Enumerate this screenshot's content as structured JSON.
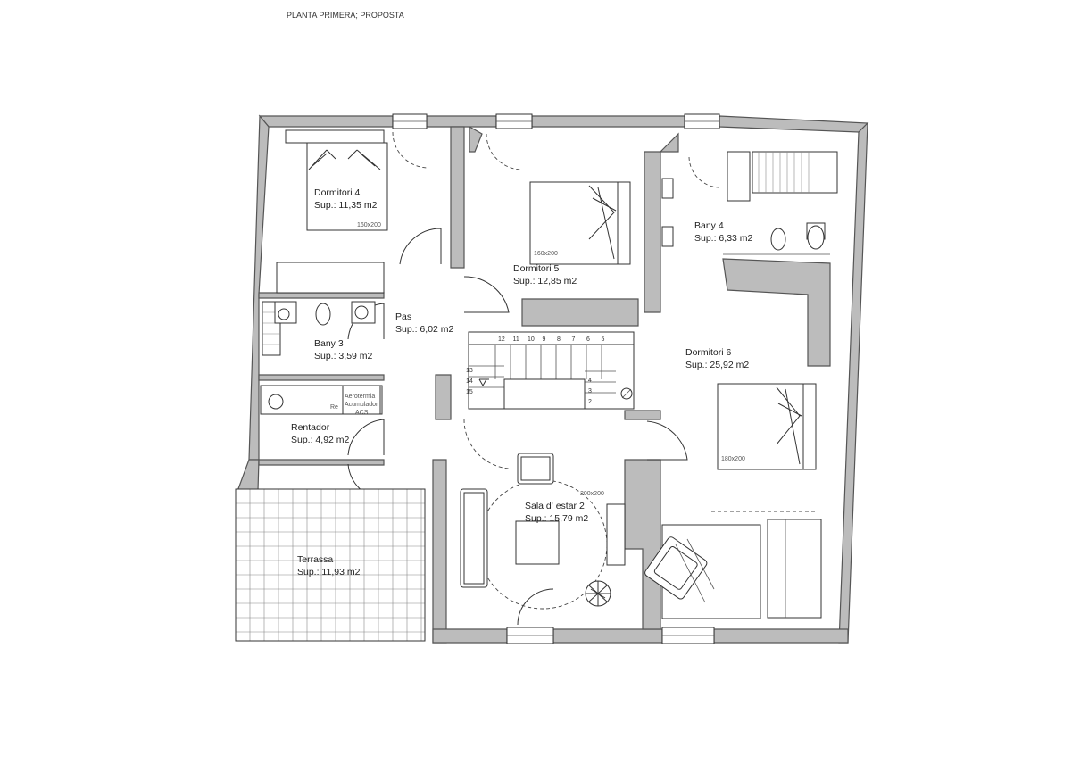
{
  "title": "PLANTA PRIMERA;  PROPOSTA",
  "rooms": [
    {
      "name": "Dormitori 4",
      "area": "Sup.: 11,35 m2",
      "bed": "160x200"
    },
    {
      "name": "Dormitori 5",
      "area": "Sup.: 12,85 m2",
      "bed": "160x200"
    },
    {
      "name": "Bany 4",
      "area": "Sup.: 6,33 m2"
    },
    {
      "name": "Pas",
      "area": "Sup.: 6,02 m2"
    },
    {
      "name": "Bany 3",
      "area": "Sup.: 3,59 m2"
    },
    {
      "name": "Dormitori 6",
      "area": "Sup.: 25,92 m2",
      "bed": "180x200"
    },
    {
      "name": "Rentador",
      "area": "Sup.: 4,92 m2",
      "appliance": [
        "Aerotermia",
        "Acumulador",
        "ACS"
      ],
      "appliance_short": "Re"
    },
    {
      "name": "Sala d' estar 2",
      "area": "Sup.: 15,79 m2",
      "rug": "200x200"
    },
    {
      "name": "Terrassa",
      "area": "Sup.: 11,93 m2"
    }
  ],
  "stairs": {
    "top_steps": [
      "12",
      "11",
      "10",
      "9",
      "8",
      "7",
      "6",
      "5"
    ],
    "left_steps": [
      "13",
      "14",
      "15"
    ],
    "right_steps": [
      "4",
      "3",
      "2"
    ]
  },
  "colors": {
    "wall": "#bcbcbc",
    "outline": "#333333"
  }
}
